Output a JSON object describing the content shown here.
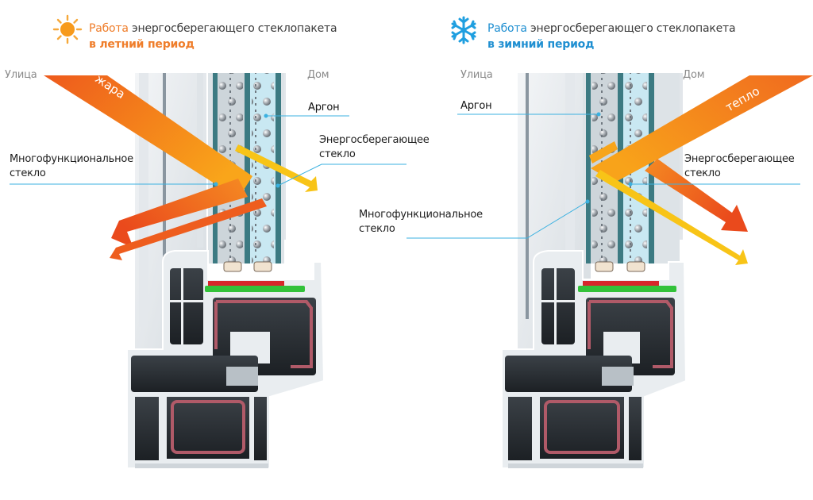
{
  "summer": {
    "title_highlight": "Работа",
    "title_rest": " энергосберегающего стеклопакета",
    "title_line2": "в летний период",
    "icon": "sun-icon",
    "outside_label": "Улица",
    "inside_label": "Дом",
    "beam_label": "жара",
    "labels": {
      "argon": "Аргон",
      "energy_glass_1": "Энергосберегающее",
      "energy_glass_2": "стекло",
      "multi_glass_1": "Многофункциональное",
      "multi_glass_2": "стекло"
    }
  },
  "winter": {
    "title_highlight": "Работа",
    "title_rest": " энергосберегающего стеклопакета",
    "title_line2": "в зимний период",
    "icon": "snowflake-icon",
    "outside_label": "Улица",
    "inside_label": "Дом",
    "beam_label": "тепло",
    "labels": {
      "argon": "Аргон",
      "energy_glass_1": "Энергосберегающее",
      "energy_glass_2": "стекло",
      "multi_glass_1": "Многофункциональное",
      "multi_glass_2": "стекло"
    }
  },
  "colors": {
    "summer_accent": "#ef7d2a",
    "winter_accent": "#1f8fd1",
    "beam_orange": "#f06a1f",
    "beam_yellow": "#f8b21a",
    "leader_line": "#3bb1e0",
    "seal_green": "#33c23a",
    "seal_red": "#d7262b",
    "reinforcement": "#b05a68"
  }
}
